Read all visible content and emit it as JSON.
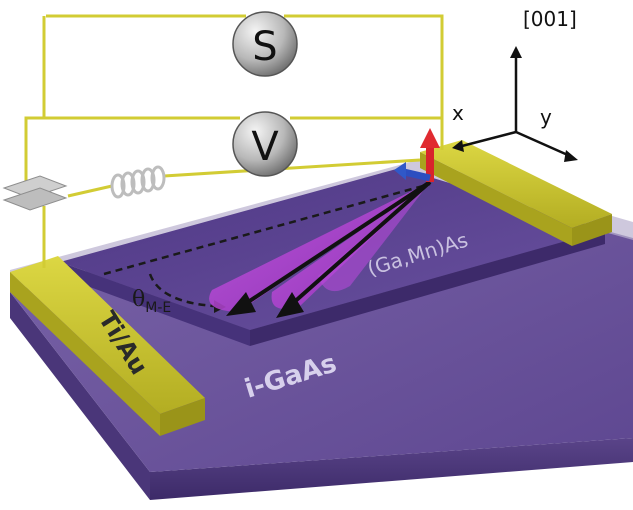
{
  "labels": {
    "axis_001": "[001]",
    "axis_x": "x",
    "axis_y": "y",
    "contact": "Ti/Au",
    "ferromagnet": "(Ga,Mn)As",
    "substrate": "i-GaAs",
    "angle_symbol": "θ",
    "angle_subscript": "M-E",
    "source_symbol": "S",
    "voltmeter_symbol": "V"
  },
  "colors": {
    "substrate_top": "#6b5499",
    "substrate_side": "#4f3a7e",
    "film_top": "#5b4390",
    "film_side": "#3f2c6c",
    "electrode": "#c6c02c",
    "electrode_dark": "#98921b",
    "wire": "#d8d23c",
    "cone": "#b53ad6",
    "arrow_red": "#d8242c",
    "arrow_blue": "#2c4ec0"
  }
}
